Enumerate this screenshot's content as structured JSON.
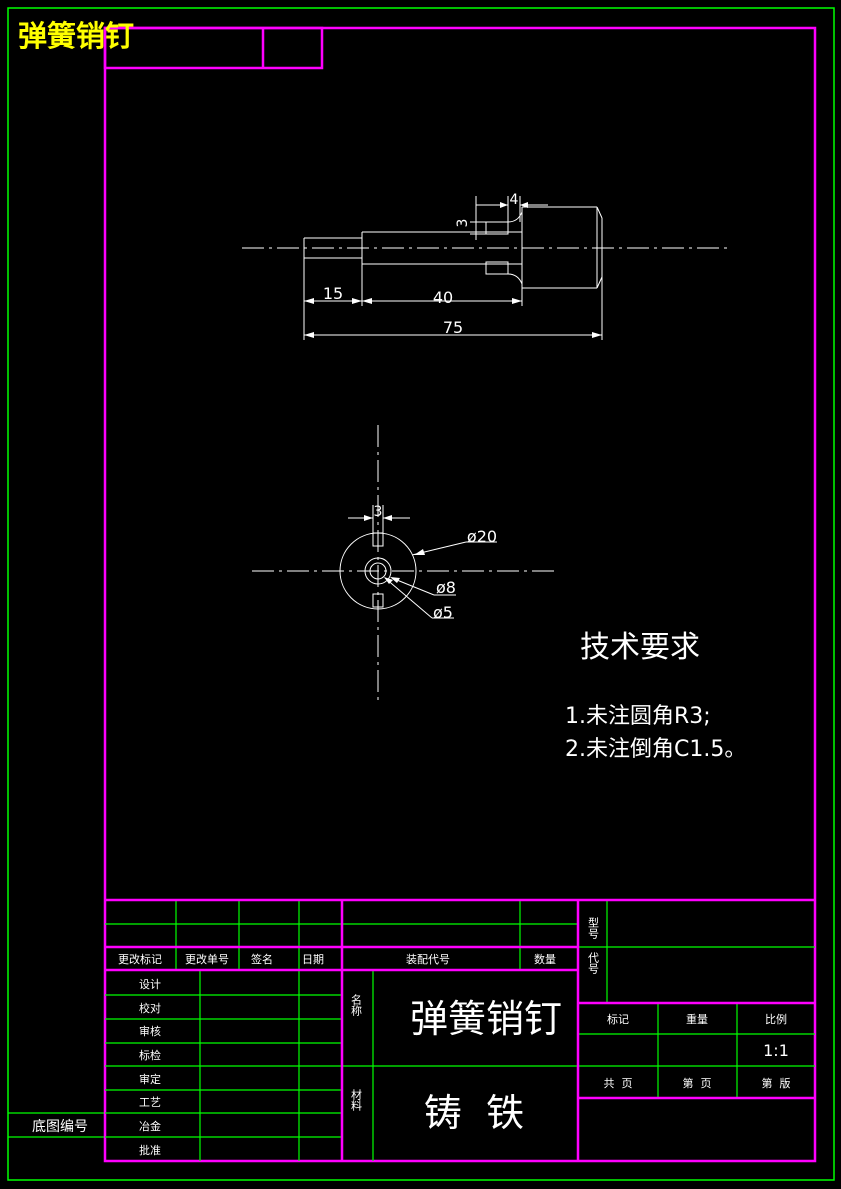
{
  "header_title": "弹簧销钉",
  "part_name": "弹簧销钉",
  "material": "铸  铁",
  "tech_req": {
    "title": "技术要求",
    "items": [
      "1.未注圆角R3;",
      "2.未注倒角C1.5。"
    ]
  },
  "dims": {
    "d4": "4",
    "d3a": "3",
    "d15": "15",
    "d40": "40",
    "d75": "75",
    "d3b": "3",
    "dia20": "ø20",
    "dia8": "ø8",
    "dia5": "ø5"
  },
  "table": {
    "change_mark": "更改标记",
    "change_doc": "更改单号",
    "signature": "签名",
    "date": "日期",
    "assembly_code": "装配代号",
    "quantity": "数量",
    "model_label": "型号",
    "code_label": "代号",
    "roles": [
      "设计",
      "校对",
      "审核",
      "标检",
      "审定",
      "工艺",
      "冶金",
      "批准"
    ],
    "name_label": "名称",
    "material_label": "材料",
    "mark_label": "标记",
    "weight_label": "重量",
    "scale_label": "比例",
    "scale_value": "1:1",
    "total_pages": "共  页",
    "page_no": "第  页",
    "edition": "第  版",
    "base_drawing_no": "底图编号"
  },
  "colors": {
    "outer_border": "#00ff00",
    "frame": "#ff00ff",
    "grid": "#00ff00",
    "geometry": "#ffffff",
    "title": "#ffff00",
    "background": "#000000"
  }
}
